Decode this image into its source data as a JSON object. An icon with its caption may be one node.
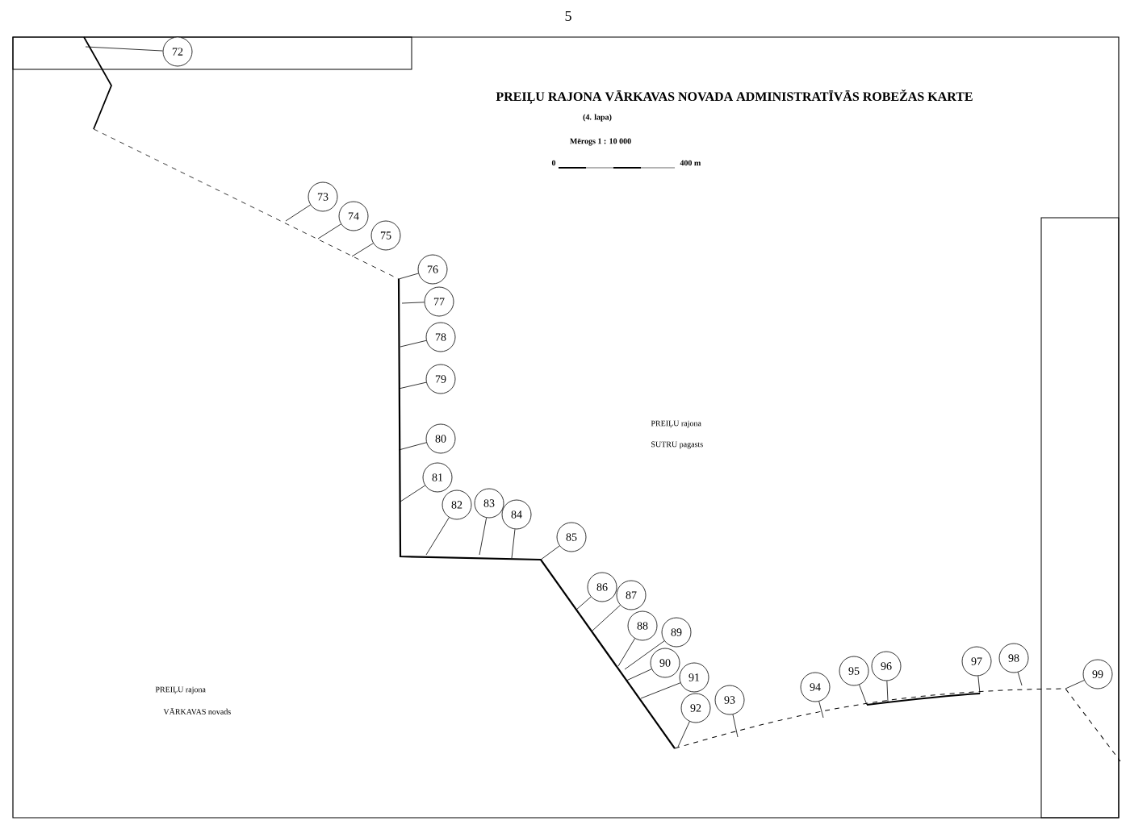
{
  "diagram": {
    "title": "PREIĻU RAJONA VĀRKAVAS NOVADA ADMINISTRATĪVĀS ROBEŽAS KARTE",
    "nodes": [
      {
        "text": [
          "72"
        ]
      },
      {
        "text": [
          "73"
        ]
      },
      {
        "text": [
          "74"
        ]
      },
      {
        "text": [
          "75"
        ]
      },
      {
        "text": [
          "76"
        ]
      },
      {
        "text": [
          "77"
        ]
      },
      {
        "text": [
          "78"
        ]
      },
      {
        "text": [
          "79"
        ]
      },
      {
        "text": [
          "80"
        ]
      },
      {
        "text": [
          "81"
        ]
      },
      {
        "text": [
          "82"
        ]
      },
      {
        "text": [
          "83"
        ]
      },
      {
        "text": [
          "84"
        ]
      },
      {
        "text": [
          "85"
        ]
      },
      {
        "text": [
          "86"
        ]
      },
      {
        "text": [
          "87"
        ]
      },
      {
        "text": [
          "88"
        ]
      },
      {
        "text": [
          "89"
        ]
      },
      {
        "text": [
          "90"
        ]
      },
      {
        "text": [
          "91"
        ]
      },
      {
        "text": [
          "92"
        ]
      },
      {
        "text": [
          "93"
        ]
      },
      {
        "text": [
          "94"
        ]
      },
      {
        "text": [
          "95"
        ]
      },
      {
        "text": [
          "96"
        ]
      },
      {
        "text": [
          "97"
        ]
      },
      {
        "text": [
          "98"
        ]
      },
      {
        "text": [
          "99"
        ]
      }
    ],
    "edges": [
      {
        "from": 0,
        "to": null,
        "arrow": "none"
      },
      {
        "from": 1,
        "to": null,
        "arrow": "none"
      },
      {
        "from": 2,
        "to": null,
        "arrow": "none"
      },
      {
        "from": 3,
        "to": null,
        "arrow": "none"
      },
      {
        "from": 4,
        "to": null,
        "arrow": "none"
      },
      {
        "from": 5,
        "to": null,
        "arrow": "none"
      },
      {
        "from": 6,
        "to": null,
        "arrow": "none"
      },
      {
        "from": 7,
        "to": null,
        "arrow": "none"
      },
      {
        "from": 8,
        "to": null,
        "arrow": "none"
      },
      {
        "from": 9,
        "to": null,
        "arrow": "none"
      },
      {
        "from": 10,
        "to": null,
        "arrow": "none"
      },
      {
        "from": 11,
        "to": null,
        "arrow": "none"
      },
      {
        "from": 12,
        "to": null,
        "arrow": "none"
      },
      {
        "from": 13,
        "to": null,
        "arrow": "none"
      },
      {
        "from": 14,
        "to": null,
        "arrow": "none"
      },
      {
        "from": 15,
        "to": null,
        "arrow": "none"
      },
      {
        "from": 16,
        "to": null,
        "arrow": "none"
      },
      {
        "from": 17,
        "to": null,
        "arrow": "none"
      },
      {
        "from": 18,
        "to": null,
        "arrow": "none"
      },
      {
        "from": 19,
        "to": null,
        "arrow": "none"
      },
      {
        "from": 20,
        "to": null,
        "arrow": "none"
      },
      {
        "from": 21,
        "to": null,
        "arrow": "none"
      },
      {
        "from": 22,
        "to": null,
        "arrow": "none"
      },
      {
        "from": 23,
        "to": null,
        "arrow": "none"
      },
      {
        "from": 24,
        "to": null,
        "arrow": "none"
      },
      {
        "from": 25,
        "to": null,
        "arrow": "none"
      },
      {
        "from": 26,
        "to": null,
        "arrow": "none"
      },
      {
        "from": 27,
        "to": null,
        "arrow": "none"
      }
    ],
    "labels": [
      "5",
      "(4. lapa)",
      "Mērogs 1 : 10 000",
      "0",
      "400 m",
      "PREIĻU rajona",
      "SUTRU pagasts",
      "PREIĻU rajona",
      "VĀRKAVAS novads"
    ]
  }
}
